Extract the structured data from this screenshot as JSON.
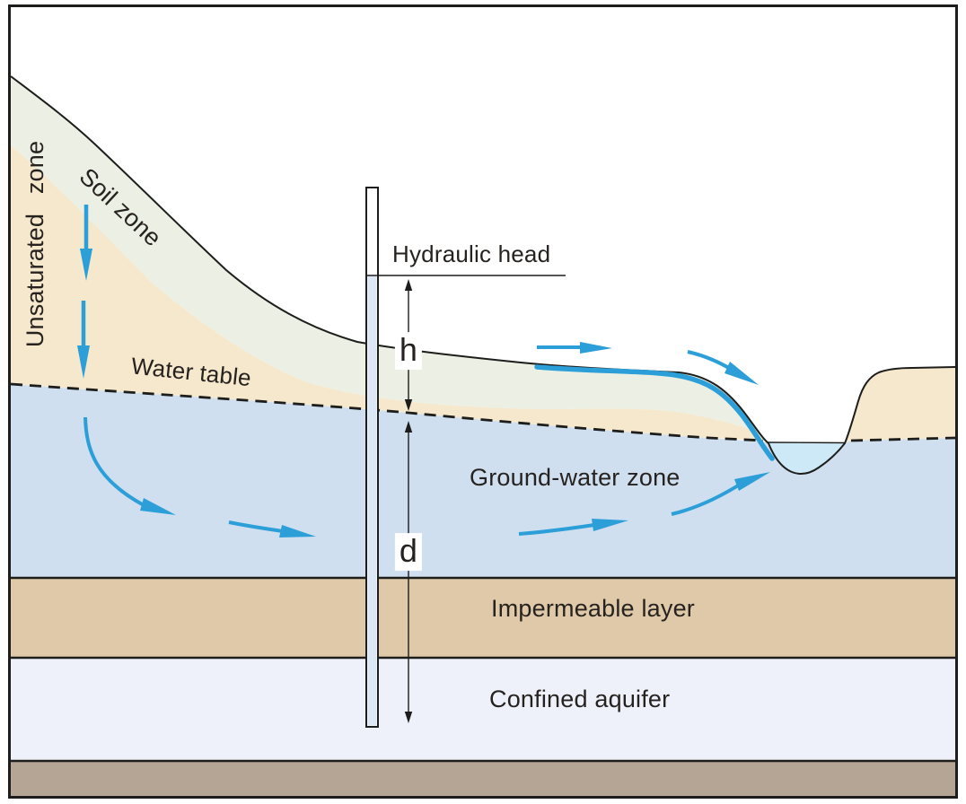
{
  "figure": {
    "type": "hydrogeology-cross-section-diagram"
  },
  "labels": {
    "unsaturated_zone": "Unsaturated zone",
    "soil_zone": "Soil zone",
    "water_table": "Water table",
    "hydraulic_head": "Hydraulic head",
    "head_symbol": "h",
    "depth_symbol": "d",
    "groundwater_zone": "Ground-water zone",
    "impermeable_layer": "Impermeable layer",
    "confined_aquifer": "Confined aquifer"
  },
  "colors": {
    "outline_black": "#1d1d1b",
    "text": "#26221f",
    "flow_arrow_blue": "#2c9fd9",
    "soil_zone_band": "#ecefe3",
    "unsaturated_tan": "#f6e8cc",
    "groundwater_blue": "#cfdff0",
    "stream_water": "#cde9f7",
    "well_water": "#dbe7f5",
    "impermeable_tan": "#dfc9a8",
    "confined_aquifer_fill": "#eef1f9",
    "bedrock_band": "#b5a595"
  }
}
